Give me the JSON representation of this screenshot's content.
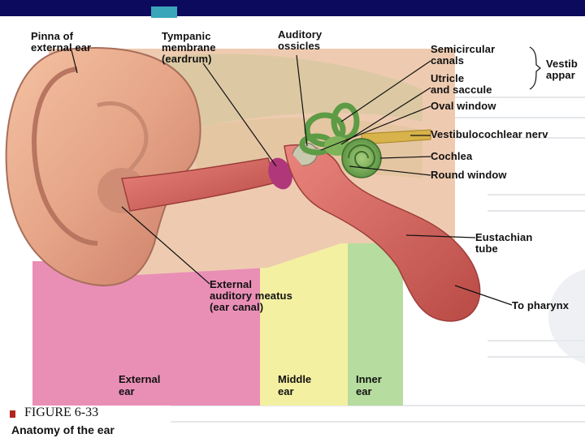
{
  "colors": {
    "top_bar": "#0c0a5c",
    "external_band": "#e98fb6",
    "middle_band": "#f4f0a2",
    "inner_band": "#b6dd9f"
  },
  "labels": {
    "pinna": "Pinna of\nexternal ear",
    "tympanic": "Tympanic\nmembrane\n(eardrum)",
    "ossicles": "Auditory\nossicles",
    "semicircular": "Semicircular\ncanals",
    "utricle": "Utricle\nand saccule",
    "vestibular": "Vestib\nappar",
    "oval_window": "Oval window",
    "vestibulocochlear": "Vestibulocochlear nerv",
    "cochlea": "Cochlea",
    "round_window": "Round window",
    "eustachian": "Eustachian\ntube",
    "meatus": "External\nauditory meatus\n(ear canal)",
    "pharynx": "To pharynx"
  },
  "regions": {
    "external": "External\near",
    "middle": "Middle\near",
    "inner": "Inner\near"
  },
  "caption": {
    "figure": "FIGURE 6-33",
    "title": "Anatomy of the ear"
  }
}
